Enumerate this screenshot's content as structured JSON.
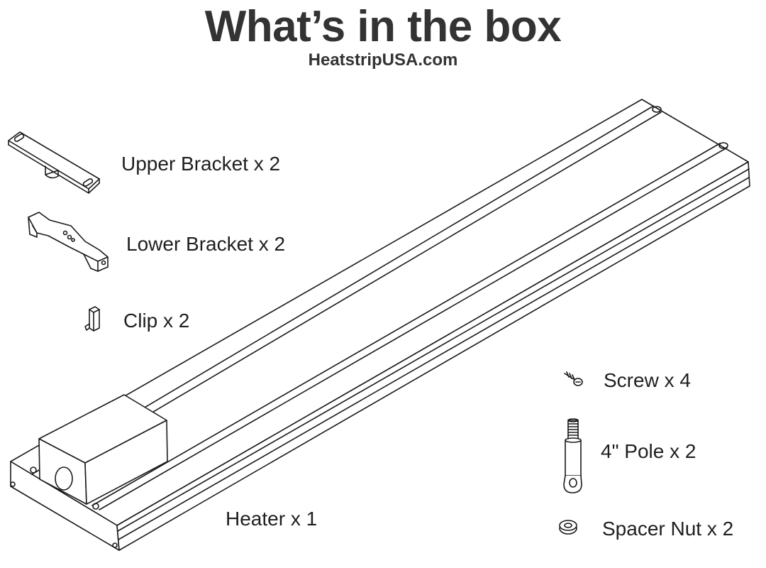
{
  "header": {
    "title": "What’s in the box",
    "subtitle": "HeatstripUSA.com"
  },
  "items": {
    "upper_bracket": "Upper Bracket x 2",
    "lower_bracket": "Lower Bracket x 2",
    "clip": "Clip x 2",
    "screw": "Screw x 4",
    "pole": "4\" Pole x 2",
    "spacer_nut": "Spacer Nut x 2",
    "heater": "Heater x 1"
  },
  "colors": {
    "line": "#1a1a1a",
    "text": "#333333"
  }
}
